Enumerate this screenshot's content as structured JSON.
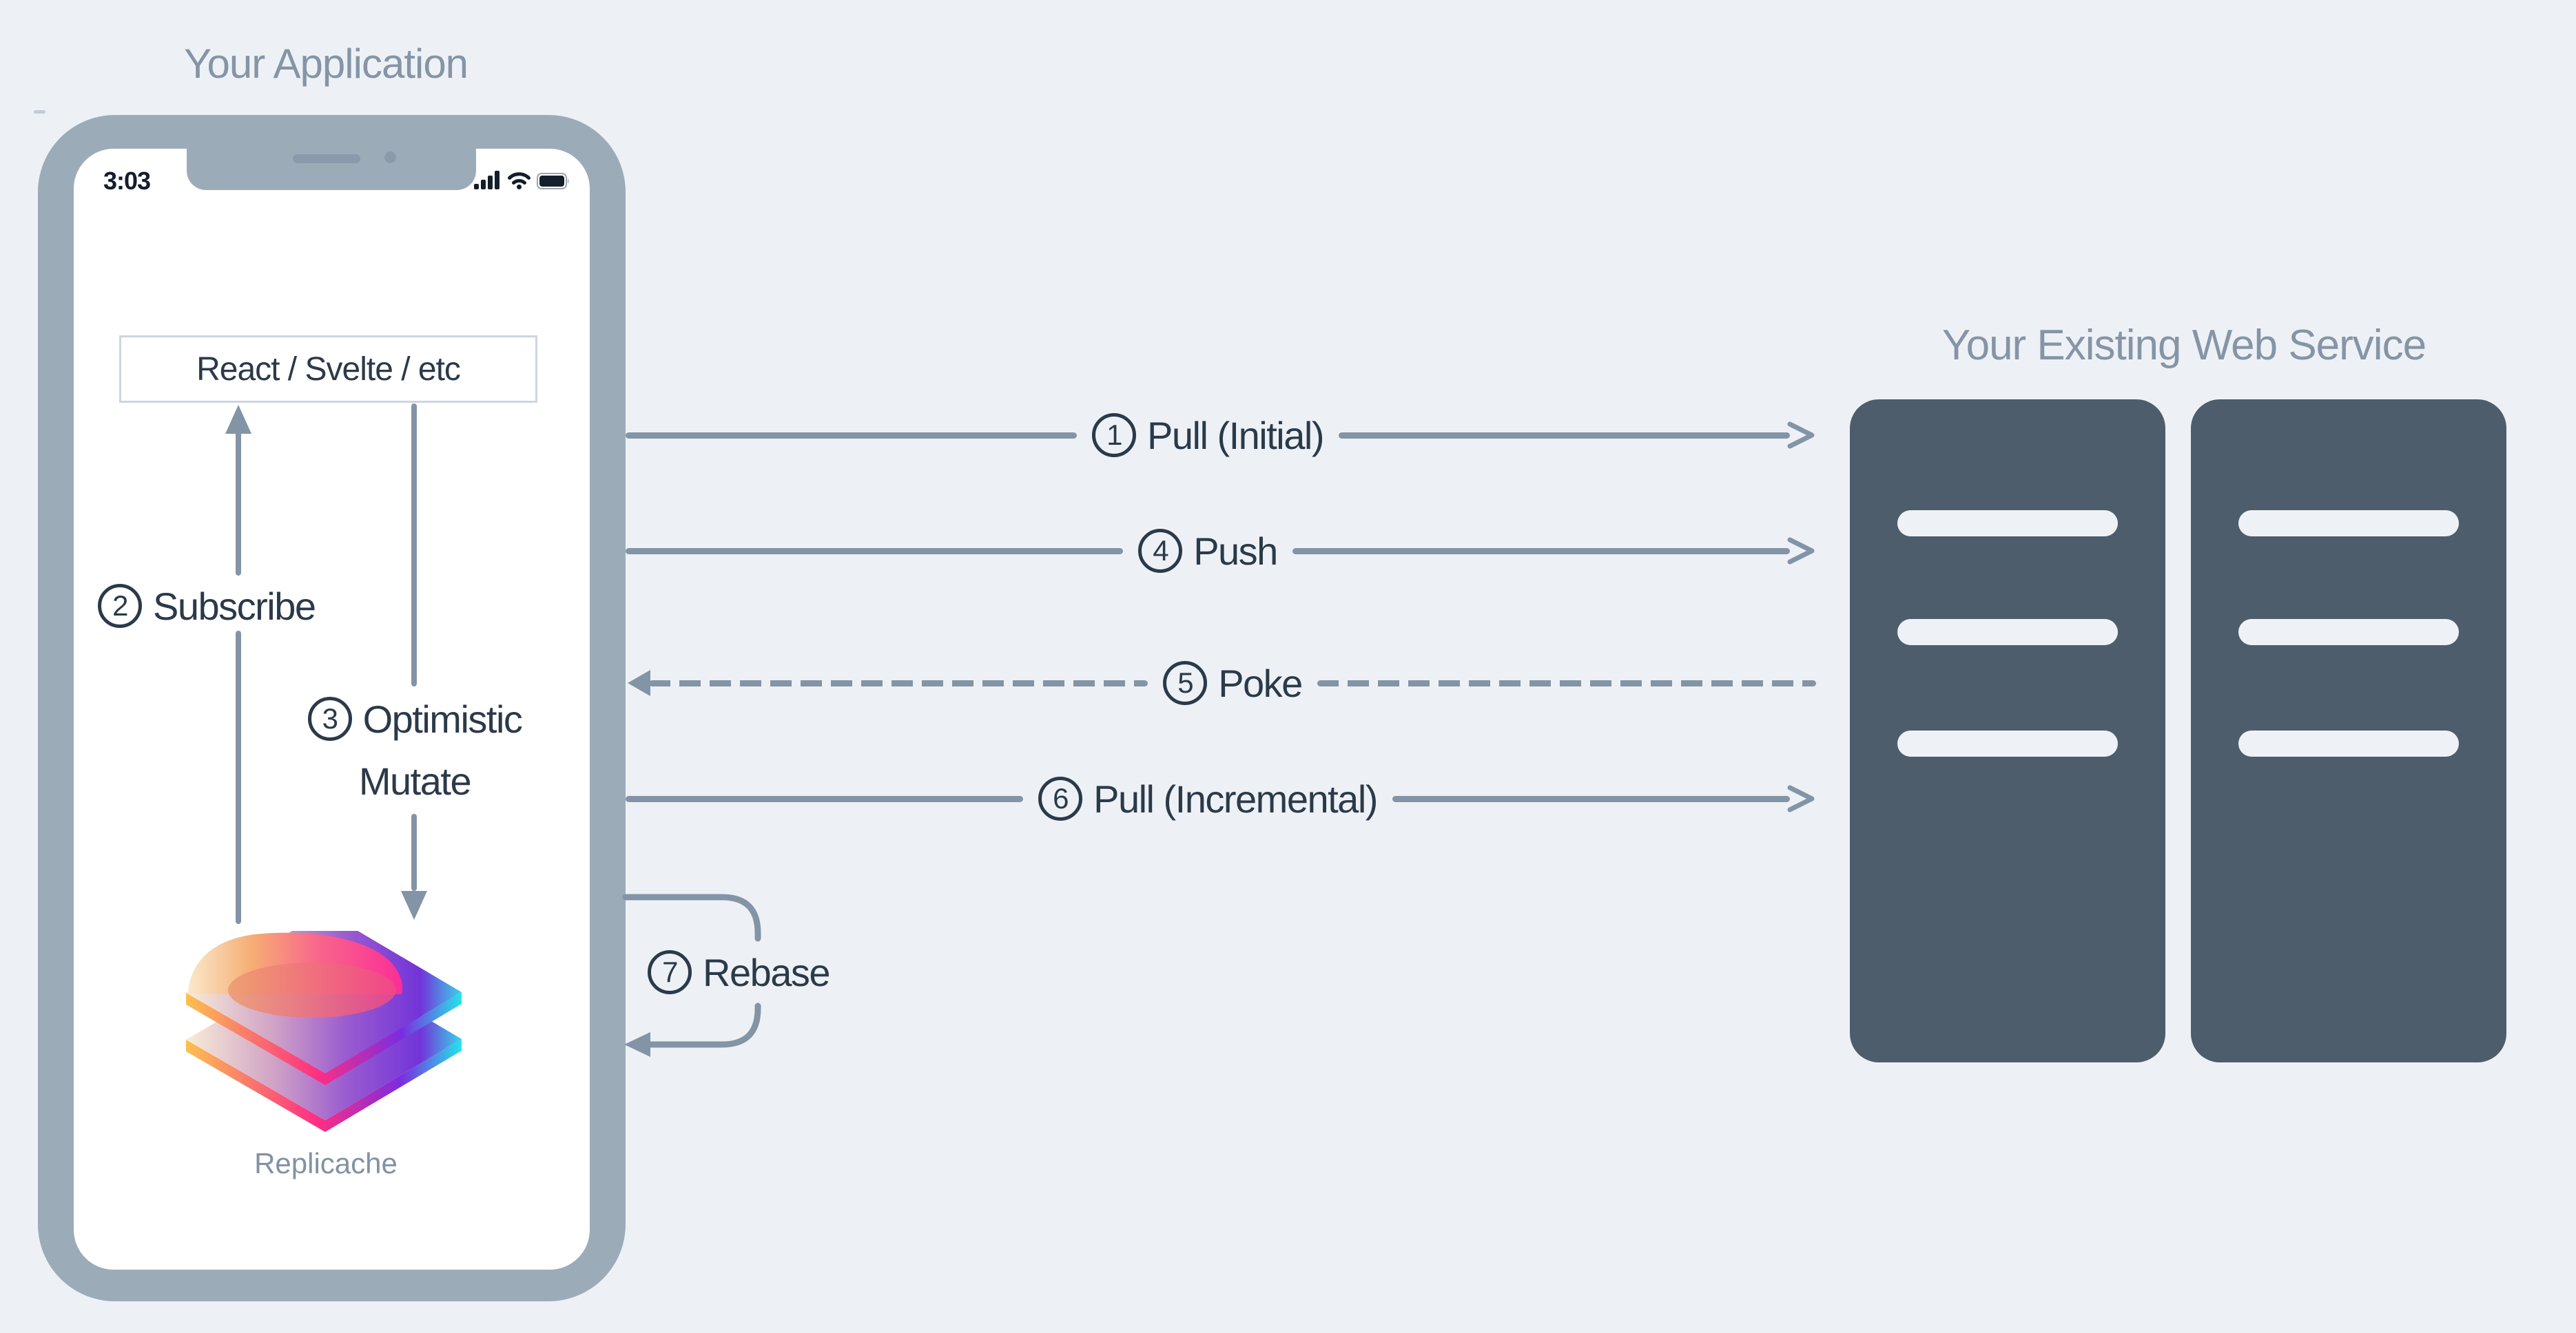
{
  "colors": {
    "background": "#edf1f6",
    "line": "#8394a6",
    "dark_text": "#2b3a49",
    "muted_title": "#8595a6",
    "phone_frame": "#9cabb8",
    "server_fill": "#4d5d6b",
    "slot_fill": "#eef2f6",
    "replicache_gradient": [
      "#fae8ca",
      "#f6ad74",
      "#f9638c",
      "#fa2e96",
      "#9a5ccf",
      "#7234d8",
      "#fd2e84",
      "#fcc14f",
      "#25e4ea"
    ]
  },
  "application": {
    "title": "Your Application",
    "phone": {
      "time": "3:03",
      "status_icons": [
        "cell-signal",
        "wifi",
        "battery"
      ]
    },
    "framework_box": {
      "label": "React / Svelte / etc"
    },
    "replicache": {
      "label": "Replicache"
    }
  },
  "service": {
    "title": "Your Existing Web Service",
    "server_count": 2,
    "slots_per_server": 3
  },
  "flows": {
    "pull_initial": {
      "num": "1",
      "label": "Pull (Initial)"
    },
    "subscribe": {
      "num": "2",
      "label": "Subscribe"
    },
    "optimistic_mutate": {
      "num": "3",
      "line1": "Optimistic",
      "line2": "Mutate"
    },
    "push": {
      "num": "4",
      "label": "Push"
    },
    "poke": {
      "num": "5",
      "label": "Poke"
    },
    "pull_incremental": {
      "num": "6",
      "label": "Pull (Incremental)"
    },
    "rebase": {
      "num": "7",
      "label": "Rebase"
    }
  }
}
